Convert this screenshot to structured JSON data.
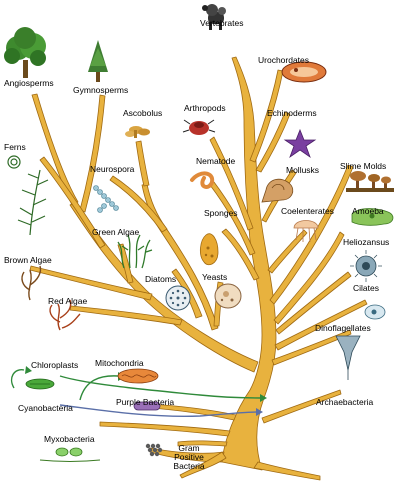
{
  "diagram": {
    "colors": {
      "trunk": "#e8b23e",
      "trunk_edge": "#a06a12",
      "endosymbiosis_arrow": "#2f8a3a",
      "purple_bacteria_arrow": "#5a6fa8"
    },
    "labels": {
      "vertebrates": "Vertebrates",
      "urochordates": "Urochordates",
      "angiosperms": "Angiosperms",
      "gymnosperms": "Gymnosperms",
      "ascobolus": "Ascobolus",
      "arthropods": "Arthropods",
      "echinoderms": "Echinoderms",
      "ferns": "Ferns",
      "nematode": "Nematode",
      "neurospora": "Neurospora",
      "mollusks": "Mollusks",
      "slime_molds": "Slime Molds",
      "green_algae": "Green Algae",
      "sponges": "Sponges",
      "coelenterates": "Coelenterates",
      "amoeba": "Amoeba",
      "heliozansus": "Heliozansus",
      "brown_algae": "Brown Algae",
      "diatoms": "Diatoms",
      "yeasts": "Yeasts",
      "cilates": "Cilates",
      "red_algae": "Red Algae",
      "dinoflagellates": "Dinoflagellates",
      "chloroplasts": "Chloroplasts",
      "mitochondria": "Mitochondria",
      "cyanobacteria": "Cyanobacteria",
      "purple_bacteria": "Purple Bacteria",
      "archaebacteria": "Archaebacteria",
      "myxobacteria": "Myxobacteria",
      "gram_positive_bacteria": "Gram Positive Bacteria"
    },
    "illustrations": [
      "dog-icon",
      "worm-sac-icon",
      "tree-icon",
      "conifer-icon",
      "mushroom-cluster-icon",
      "tick-icon",
      "starfish-icon",
      "fern-icon",
      "nematode-worm-icon",
      "fungal-chain-icon",
      "snail-shell-icon",
      "slime-mold-icon",
      "green-algae-icon",
      "sponge-icon",
      "jellyfish-icon",
      "amoeba-icon",
      "heliozoan-icon",
      "brown-algae-icon",
      "diatom-icon",
      "yeast-cell-icon",
      "ciliate-icon",
      "red-algae-icon",
      "dinoflagellate-icon",
      "chloroplast-icon",
      "mitochondrion-icon",
      "purple-bacterium-icon",
      "myxobacteria-icon",
      "gram-positive-bacteria-icon"
    ]
  }
}
